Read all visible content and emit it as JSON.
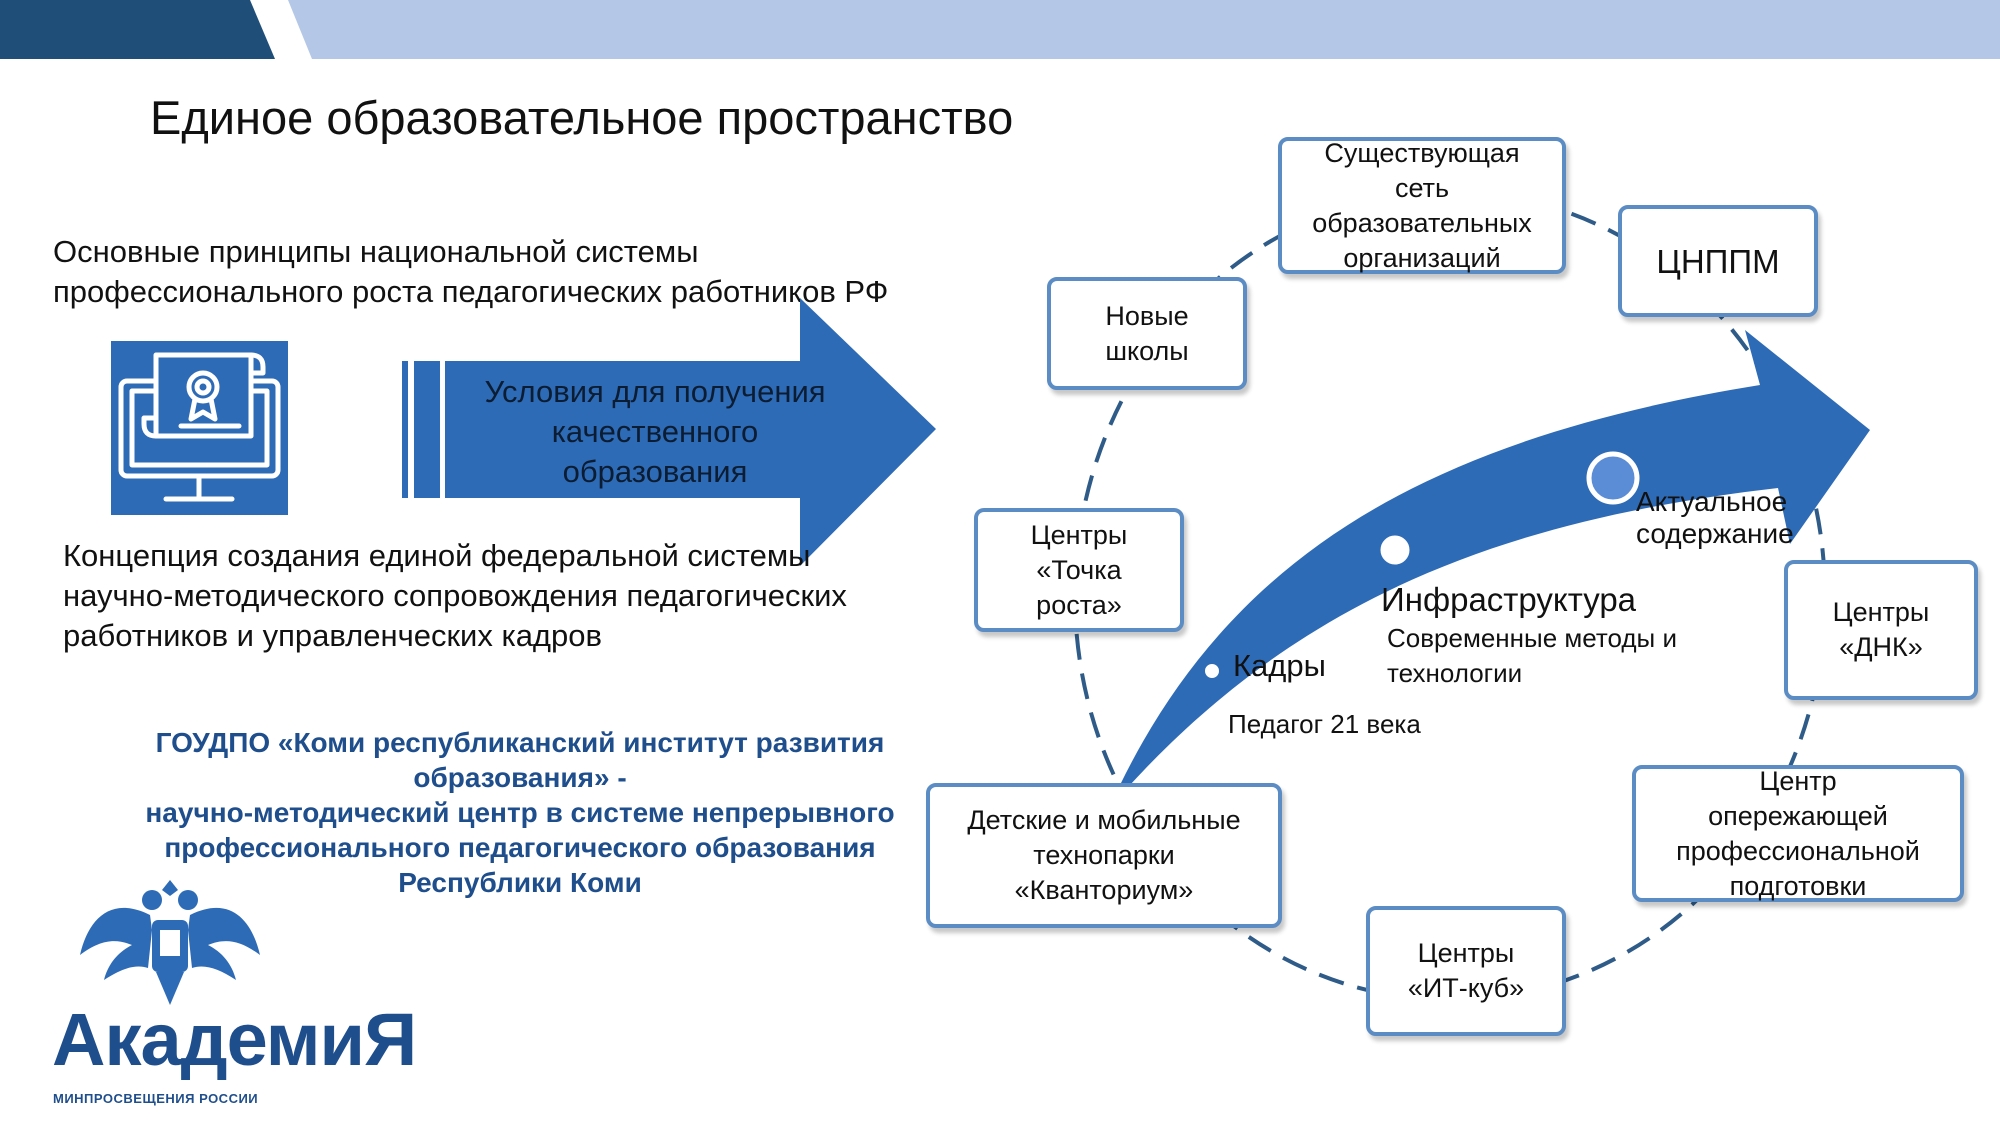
{
  "title": "Единое образовательное пространство",
  "paragraphs": {
    "principles": "Основные принципы национальной системы профессионального роста педагогических работников РФ",
    "concept": "Концепция создания единой федеральной системы научно-методического сопровождения педагогических работников и управленческих кадров"
  },
  "arrow_label": "Условия для получения\nкачественного\nобразования",
  "organization": {
    "line1": "ГОУДПО «Коми республиканский институт развития образования» -",
    "line2": "научно-методический центр в системе непрерывного профессионального педагогического образования Республики Коми"
  },
  "cycle_boxes": [
    {
      "id": "existing-network",
      "text": "Существующая\nсеть\nобразовательных\nорганизаций"
    },
    {
      "id": "cnppm",
      "text": "ЦНППМ"
    },
    {
      "id": "dnk",
      "text": "Центры\n«ДНК»"
    },
    {
      "id": "advanced-training",
      "text": "Центр\nопережающей\nпрофессиональной\nподготовки"
    },
    {
      "id": "it-cube",
      "text": "Центры\n«ИТ-куб»"
    },
    {
      "id": "kvantorium",
      "text": "Детские и мобильные\nтехнопарки\n«Кванториум»"
    },
    {
      "id": "growth-point",
      "text": "Центры\n«Точка\nроста»"
    },
    {
      "id": "new-schools",
      "text": "Новые\nшколы"
    }
  ],
  "curve_labels": {
    "staff": "Кадры",
    "staff_sub": "Педагог 21 века",
    "infrastructure": "Инфраструктура",
    "infrastructure_sub": "Современные методы и\nтехнологии",
    "content": "Актуальное\nсодержание"
  },
  "logo": {
    "name": "АкадемиЯ",
    "subtitle": "МИНПРОСВЕЩЕНИЯ РОССИИ"
  },
  "colors": {
    "header_dark": "#1f4e79",
    "header_light": "#b4c7e7",
    "arrow_blue": "#2e6bb6",
    "box_border": "#5b8cc4",
    "org_text": "#1f4e8c"
  }
}
